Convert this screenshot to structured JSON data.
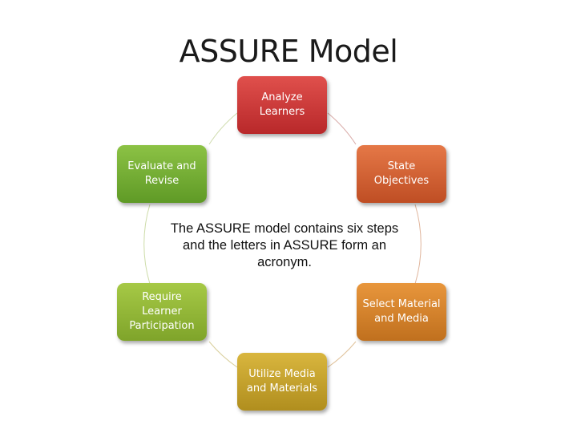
{
  "title": "ASSURE Model",
  "description": "The ASSURE model contains six steps and the letters in ASSURE form an acronym.",
  "steps": [
    {
      "label": "Analyze Learners",
      "color_top": "#e0504c",
      "color_bottom": "#b8282a"
    },
    {
      "label": "State Objectives",
      "color_top": "#e57847",
      "color_bottom": "#bf4e24"
    },
    {
      "label": "Select Material and Media",
      "color_top": "#e8963c",
      "color_bottom": "#c0701e"
    },
    {
      "label": "Utilize Media and Materials",
      "color_top": "#d9b63e",
      "color_bottom": "#b08e1e"
    },
    {
      "label": "Require Learner Participation",
      "color_top": "#a6c946",
      "color_bottom": "#7fa42a"
    },
    {
      "label": "Evaluate and Revise",
      "color_top": "#8cc245",
      "color_bottom": "#5f9a26"
    }
  ]
}
